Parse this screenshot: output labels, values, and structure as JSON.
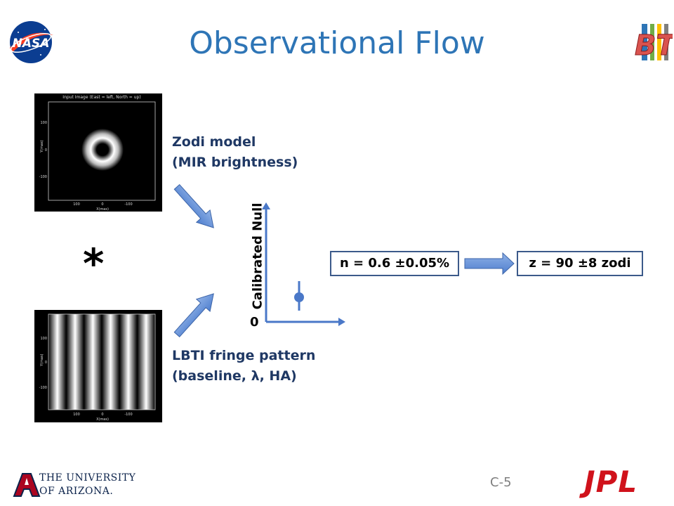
{
  "title": "Observational Flow",
  "logos": {
    "nasa": "NASA",
    "lbti": "BTI",
    "ua_line1": "THE UNIVERSITY",
    "ua_line2": "OF ARIZONA.",
    "jpl": "JPL"
  },
  "zodi_panel": {
    "plot_title": "Input Image (East = left, North = up)",
    "ylabel": "Y(mas)",
    "xlabel": "X(mas)",
    "yticks": [
      "100",
      "0",
      "-100"
    ],
    "xticks": [
      "100",
      "0",
      "-100"
    ]
  },
  "fringe_panel": {
    "ylabel": "Y(mas)",
    "xlabel": "X(mas)",
    "yticks": [
      "100",
      "0",
      "-100"
    ],
    "xticks": [
      "100",
      "0",
      "-100"
    ]
  },
  "zodi_caption": {
    "line1": "Zodi model",
    "line2": "(MIR brightness)"
  },
  "fringe_caption": {
    "line1": "LBTI fringe pattern",
    "line2": "(baseline, λ, HA)"
  },
  "operator": "*",
  "null_plot": {
    "ylabel": "Calibrated Null",
    "zero_label": "0"
  },
  "null_box": "n = 0.6 ±0.05%",
  "zodi_box": "z = 90 ±8 zodi",
  "page_number": "C-5",
  "colors": {
    "title": "#2e75b6",
    "caption": "#1f3864",
    "arrow": "#6a93d4",
    "axis": "#4a78c8"
  }
}
